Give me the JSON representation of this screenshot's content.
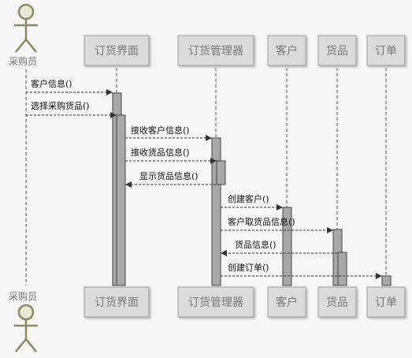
{
  "actor": {
    "label": "采购员"
  },
  "participants": [
    {
      "id": "ui",
      "label": "订货界面"
    },
    {
      "id": "mgr",
      "label": "订货管理器"
    },
    {
      "id": "cust",
      "label": "客户"
    },
    {
      "id": "goods",
      "label": "货品"
    },
    {
      "id": "order",
      "label": "订单"
    }
  ],
  "messages": [
    {
      "label": "客户信息()"
    },
    {
      "label": "选择采购货品()"
    },
    {
      "label": "接收客户信息()"
    },
    {
      "label": "接收货品信息()"
    },
    {
      "label": "显示货品信息()"
    },
    {
      "label": "创建客户()"
    },
    {
      "label": "客户取货品信息()"
    },
    {
      "label": "货品信息()"
    },
    {
      "label": "创建订单()"
    }
  ],
  "colors": {
    "box_fill": "#dcdcdc",
    "box_stroke": "#9a9a9a",
    "box_text": "#777777",
    "lifeline": "#555555",
    "activation": "#a8a8a8",
    "actor": "#8a8a62"
  }
}
